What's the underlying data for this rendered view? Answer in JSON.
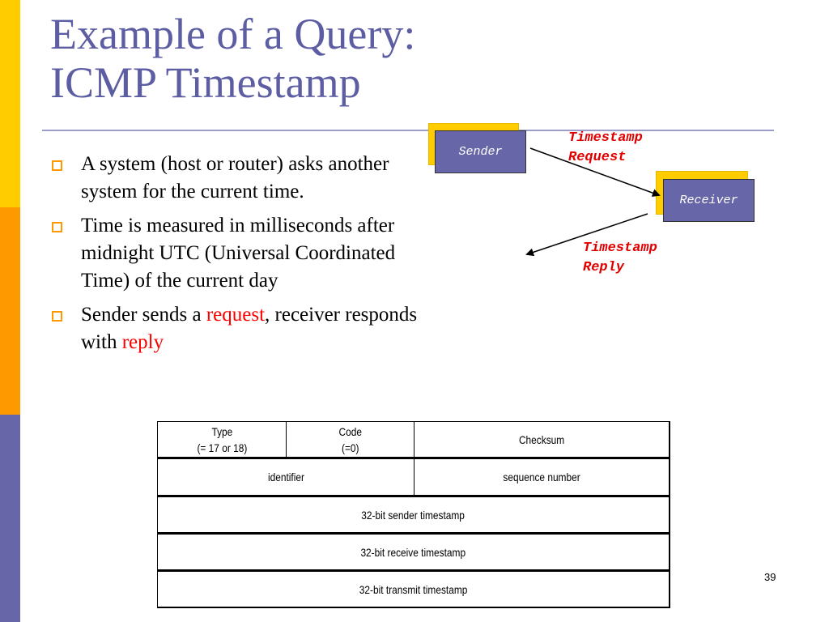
{
  "title": {
    "line1": "Example of a Query:",
    "line2": "ICMP Timestamp"
  },
  "bullets": [
    {
      "text": "A system (host or router) asks another system for the current time."
    },
    {
      "text": "Time is measured in milliseconds after midnight UTC (Universal Coordinated Time) of the current day"
    },
    {
      "prefix": "Sender sends a ",
      "highlight1": "request",
      "middle": ", receiver responds with ",
      "highlight2": "reply"
    }
  ],
  "diagram": {
    "sender": "Sender",
    "receiver": "Receiver",
    "request_label": {
      "line1": "Timestamp",
      "line2": "Request"
    },
    "reply_label": {
      "line1": "Timestamp",
      "line2": "Reply"
    }
  },
  "header_format": {
    "row1": {
      "type_line1": "Type",
      "type_line2": "(= 17 or 18)",
      "code_line1": "Code",
      "code_line2": "(=0)",
      "checksum": "Checksum"
    },
    "row2": {
      "identifier": "identifier",
      "sequence": "sequence number"
    },
    "row3": "32-bit sender timestamp",
    "row4": "32-bit receive timestamp",
    "row5": "32-bit transmit timestamp"
  },
  "page_number": "39",
  "colors": {
    "title": "#5D5DA3",
    "accent_yellow": "#FFCC00",
    "accent_orange": "#FF9900",
    "accent_purple": "#6666A8",
    "highlight_red": "#FF0000"
  }
}
